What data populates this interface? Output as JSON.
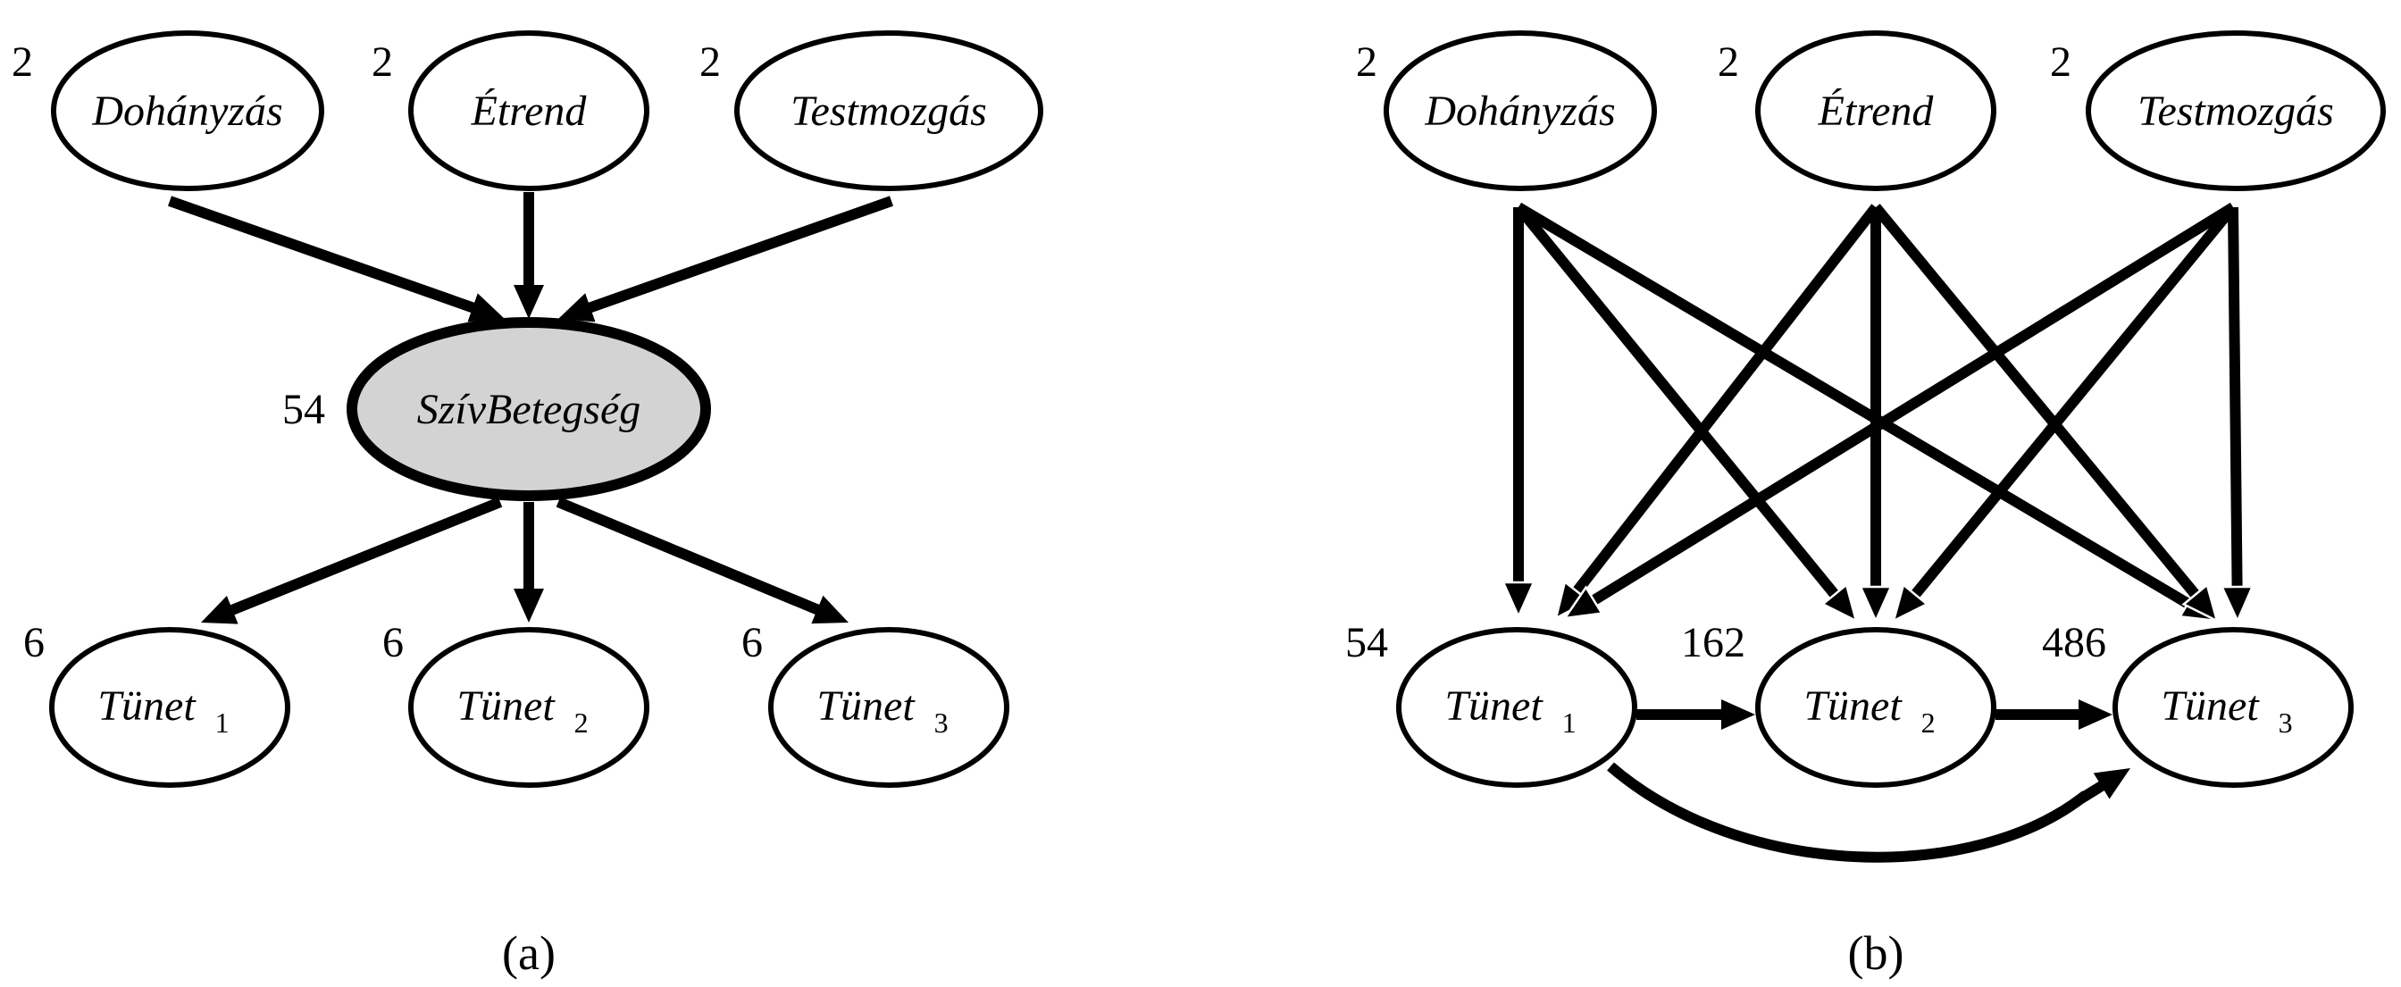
{
  "panel_a": {
    "caption": "(a)",
    "nodes": {
      "dohanyzas": {
        "label": "Dohányzás",
        "count": "2"
      },
      "etrend": {
        "label": "Étrend",
        "count": "2"
      },
      "testmozgas": {
        "label": "Testmozgás",
        "count": "2"
      },
      "szivbetegseg": {
        "label": "SzívBetegség",
        "count": "54"
      },
      "tunet1": {
        "label": "Tünet",
        "sub": "1",
        "count": "6"
      },
      "tunet2": {
        "label": "Tünet",
        "sub": "2",
        "count": "6"
      },
      "tunet3": {
        "label": "Tünet",
        "sub": "3",
        "count": "6"
      }
    }
  },
  "panel_b": {
    "caption": "(b)",
    "nodes": {
      "dohanyzas": {
        "label": "Dohányzás",
        "count": "2"
      },
      "etrend": {
        "label": "Étrend",
        "count": "2"
      },
      "testmozgas": {
        "label": "Testmozgás",
        "count": "2"
      },
      "tunet1": {
        "label": "Tünet",
        "sub": "1",
        "count": "54"
      },
      "tunet2": {
        "label": "Tünet",
        "sub": "2",
        "count": "162"
      },
      "tunet3": {
        "label": "Tünet",
        "sub": "3",
        "count": "486"
      }
    }
  }
}
